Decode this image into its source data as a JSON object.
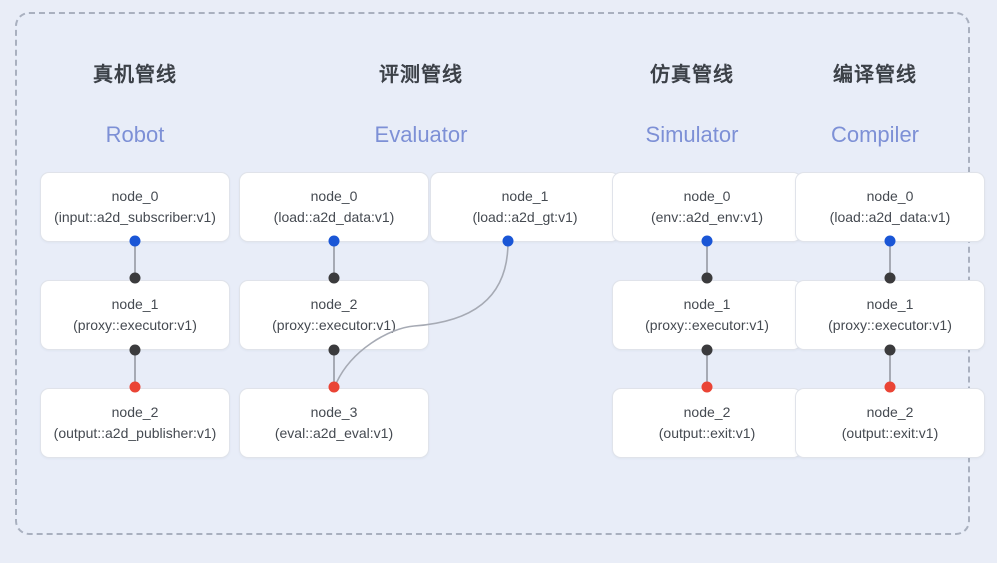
{
  "diagram": {
    "frame": {
      "style": "dashed-rounded-container"
    },
    "columns": [
      {
        "id": "robot",
        "title": "真机管线",
        "subtitle": "Robot",
        "nodes": [
          {
            "name": "node_0",
            "type": "(input::a2d_subscriber:v1)"
          },
          {
            "name": "node_1",
            "type": "(proxy::executor:v1)"
          },
          {
            "name": "node_2",
            "type": "(output::a2d_publisher:v1)"
          }
        ]
      },
      {
        "id": "evaluator",
        "title": "评测管线",
        "subtitle": "Evaluator",
        "nodes": [
          {
            "name": "node_0",
            "type": "(load::a2d_data:v1)"
          },
          {
            "name": "node_1",
            "type": "(load::a2d_gt:v1)"
          },
          {
            "name": "node_2",
            "type": "(proxy::executor:v1)"
          },
          {
            "name": "node_3",
            "type": "(eval::a2d_eval:v1)"
          }
        ]
      },
      {
        "id": "simulator",
        "title": "仿真管线",
        "subtitle": "Simulator",
        "nodes": [
          {
            "name": "node_0",
            "type": "(env::a2d_env:v1)"
          },
          {
            "name": "node_1",
            "type": "(proxy::executor:v1)"
          },
          {
            "name": "node_2",
            "type": "(output::exit:v1)"
          }
        ]
      },
      {
        "id": "compiler",
        "title": "编译管线",
        "subtitle": "Compiler",
        "nodes": [
          {
            "name": "node_0",
            "type": "(load::a2d_data:v1)"
          },
          {
            "name": "node_1",
            "type": "(proxy::executor:v1)"
          },
          {
            "name": "node_2",
            "type": "(output::exit:v1)"
          }
        ]
      }
    ],
    "port_colors": {
      "output": "#1a56d6",
      "passthrough": "#3b3b3d",
      "input": "#ea4435"
    },
    "palette": {
      "background": "#e9edf7",
      "frame_border": "#a9b0bf",
      "card_background": "#ffffff",
      "card_border": "#e0e3ea",
      "title_text": "#3c4148",
      "subtitle_text": "#7d90d6",
      "edge": "#a6aab4"
    }
  }
}
